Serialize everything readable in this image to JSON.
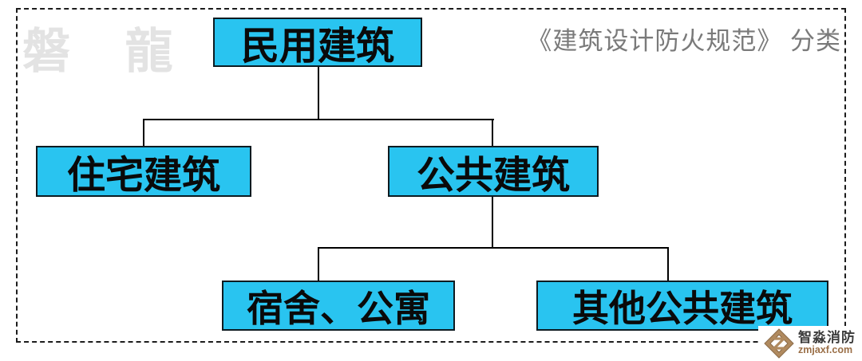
{
  "title": {
    "text": "《建筑设计防火规范》 分类"
  },
  "watermark": {
    "text": "磐 龍"
  },
  "nodes": {
    "root": "民用建筑",
    "residential": "住宅建筑",
    "public": "公共建筑",
    "dormitory": "宿舍、公寓",
    "other_public": "其他公共建筑"
  },
  "hierarchy": {
    "label": "民用建筑",
    "children": [
      {
        "label": "住宅建筑",
        "children": []
      },
      {
        "label": "公共建筑",
        "children": [
          {
            "label": "宿舍、公寓"
          },
          {
            "label": "其他公共建筑"
          }
        ]
      }
    ]
  },
  "logo": {
    "name": "智淼消防",
    "url": "zmjaxf.com",
    "icon": "diamond-z-logo"
  },
  "colors": {
    "node_fill": "#29C4F0",
    "node_border": "#0d1b21",
    "line": "#000000",
    "title_text": "#7a7a7a",
    "watermark_text": "#e3e3e3",
    "logo_brown": "#9a6f47"
  }
}
